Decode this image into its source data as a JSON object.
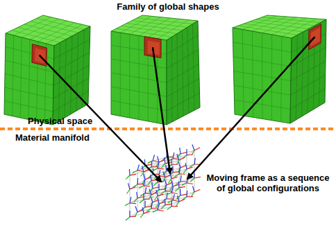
{
  "diagram": {
    "title": "Family of global shapes",
    "labels": [
      "Physical space",
      "Material manifold",
      "Moving frame as a sequence of global configurations"
    ]
  }
}
